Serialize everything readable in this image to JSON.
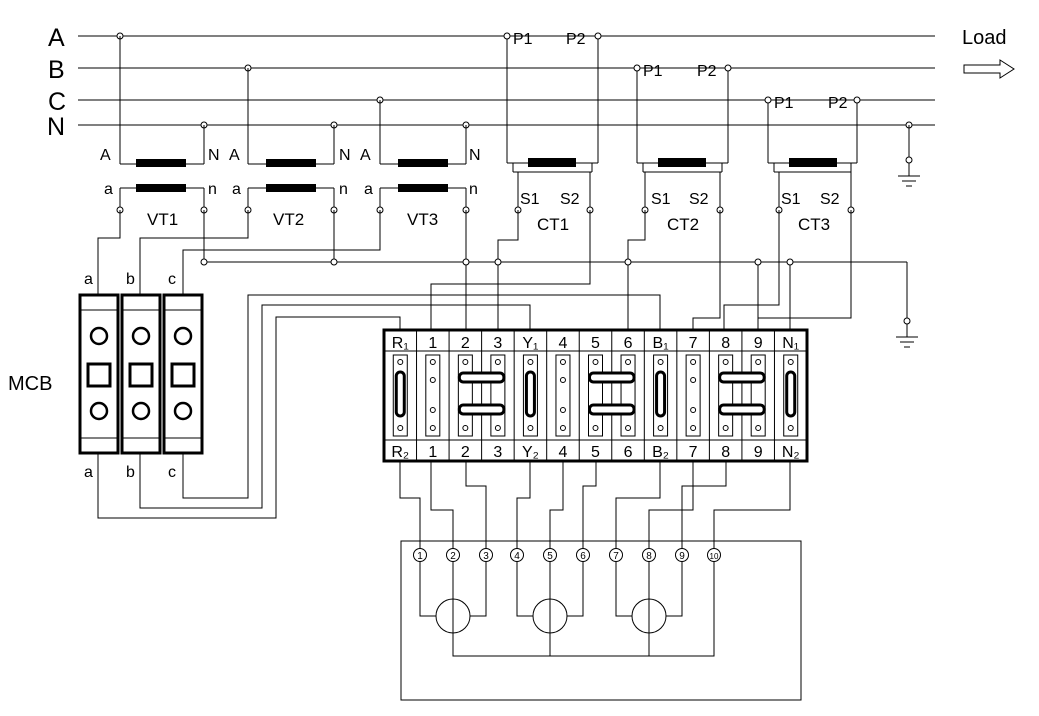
{
  "bus": {
    "phases": [
      {
        "label": "A"
      },
      {
        "label": "B"
      },
      {
        "label": "C"
      },
      {
        "label": "N"
      }
    ],
    "load_label": "Load"
  },
  "vts": [
    {
      "name": "VT1",
      "prim_left": "A",
      "prim_right": "N",
      "sec_left": "a",
      "sec_right": "n"
    },
    {
      "name": "VT2",
      "prim_left": "A",
      "prim_right": "N",
      "sec_left": "a",
      "sec_right": "n"
    },
    {
      "name": "VT3",
      "prim_left": "A",
      "prim_right": "N",
      "sec_left": "a",
      "sec_right": "n"
    }
  ],
  "cts": [
    {
      "name": "CT1",
      "p1": "P1",
      "p2": "P2",
      "s1": "S1",
      "s2": "S2"
    },
    {
      "name": "CT2",
      "p1": "P1",
      "p2": "P2",
      "s1": "S1",
      "s2": "S2"
    },
    {
      "name": "CT3",
      "p1": "P1",
      "p2": "P2",
      "s1": "S1",
      "s2": "S2"
    }
  ],
  "mcb": {
    "label": "MCB",
    "poles_top": [
      "a",
      "b",
      "c"
    ],
    "poles_bottom": [
      "a",
      "b",
      "c"
    ]
  },
  "terminal_block": {
    "top_labels": [
      "R₁",
      "1",
      "2",
      "3",
      "Y₁",
      "4",
      "5",
      "6",
      "B₁",
      "7",
      "8",
      "9",
      "N₁"
    ],
    "bottom_labels": [
      "R₂",
      "1",
      "2",
      "3",
      "Y₂",
      "4",
      "5",
      "6",
      "B₂",
      "7",
      "8",
      "9",
      "N₂"
    ]
  },
  "meter": {
    "terminals": [
      "1",
      "2",
      "3",
      "4",
      "5",
      "6",
      "7",
      "8",
      "9",
      "10"
    ]
  }
}
